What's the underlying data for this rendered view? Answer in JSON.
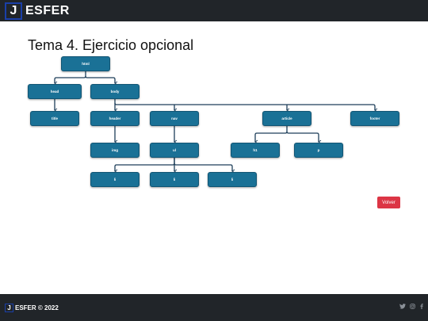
{
  "header": {
    "brand_letter": "J",
    "brand_name": "ESFER"
  },
  "page": {
    "title": "Tema 4. Ejercicio opcional"
  },
  "tree": {
    "html": "html",
    "head": "head",
    "body": "body",
    "title": "title",
    "header": "header",
    "nav": "nav",
    "article": "article",
    "footer": "footer",
    "img": "img",
    "ul": "ul",
    "h1": "h1",
    "p": "p",
    "li_1": "li",
    "li_2": "li",
    "li_3": "li"
  },
  "actions": {
    "back_label": "Volver"
  },
  "footer": {
    "brand_letter": "J",
    "brand_text": "ESFER © 2022",
    "social_icons": [
      "twitter-icon",
      "instagram-icon",
      "facebook-icon"
    ]
  },
  "colors": {
    "node_fill": "#1a7196",
    "connector": "#1e3f5a",
    "back_button": "#dc3545",
    "bar": "#212529",
    "brand_border": "#1a3fa8"
  }
}
